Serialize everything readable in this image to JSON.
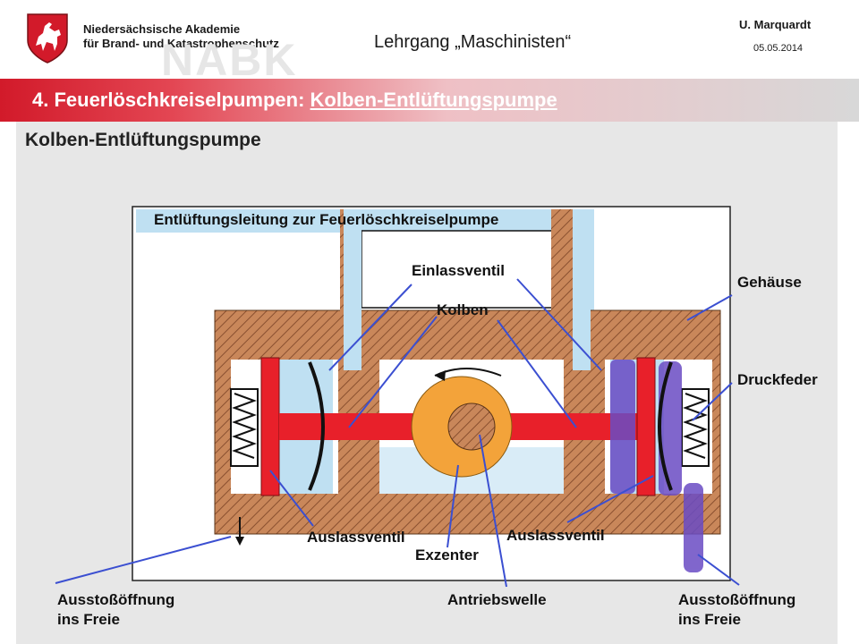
{
  "header": {
    "org_line1": "Niedersächsische Akademie",
    "org_line2": "für Brand- und Katastrophenschutz",
    "watermark": "NABK",
    "course": "Lehrgang „Maschinisten“",
    "author": "U. Marquardt",
    "date": "05.05.2014"
  },
  "title": {
    "prefix": "4. Feuerlöschkreiselpumpen: ",
    "link": "Kolben-Entlüftungspumpe"
  },
  "diagram": {
    "heading": "Kolben-Entlüftungspumpe",
    "labels": {
      "pipe": "Entlüftungsleitung zur Feuerlöschkreiselpumpe",
      "einlassventil": "Einlassventil",
      "kolben": "Kolben",
      "gehaeuse": "Gehäuse",
      "druckfeder": "Druckfeder",
      "auslassventil_left": "Auslassventil",
      "exzenter": "Exzenter",
      "auslassventil_right": "Auslassventil",
      "ausstoss_left_1": "Ausstoßöffnung",
      "ausstoss_left_2": "ins Freie",
      "antriebswelle": "Antriebswelle",
      "ausstoss_right_1": "Ausstoßöffnung",
      "ausstoss_right_2": "ins Freie"
    },
    "colors": {
      "housing": "#c9875a",
      "water": "#bfe0f2",
      "piston": "#e8202a",
      "eccentric": "#f3a33a",
      "air": "#6a4cc4",
      "pointer": "#3b4fd1"
    }
  }
}
